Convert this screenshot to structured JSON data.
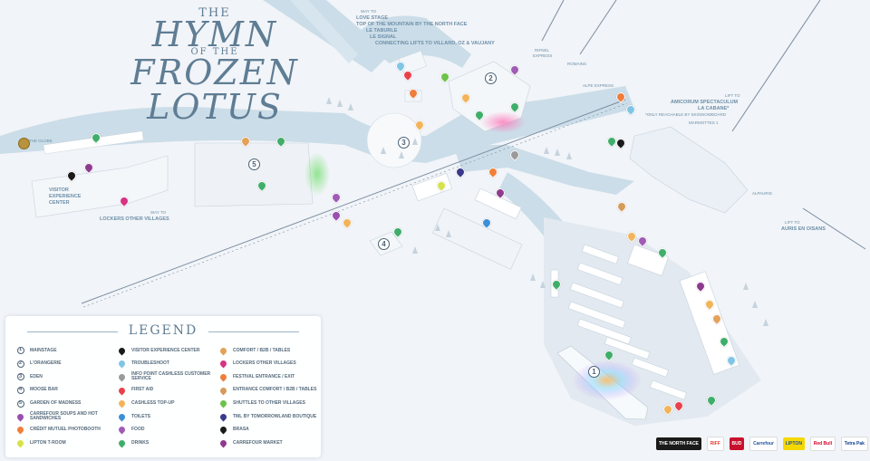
{
  "title": {
    "line1": "THE",
    "line2": "HYMN",
    "line3": "OF THE",
    "line4": "FROZEN LOTUS"
  },
  "labels": {
    "way_to_north": "WAY TO",
    "love_stage": "LOVE STAGE",
    "top_mountain": "TOP OF THE MOUNTAIN BY THE NORTH FACE",
    "le_taburle": "LE TABURLE",
    "le_signal": "LE SIGNAL",
    "connecting": "CONNECTING LIFTS TO VILLARD, OZ & VAUJANY",
    "rifnel": "RIFNEL",
    "express": "EXPRESS",
    "romains": "ROMAINS",
    "alpe_express": "ALPE EXPRESS",
    "lift_to": "LIFT TO",
    "amicorum": "AMICORUM SPECTACULUM",
    "la_cabane": "LA CABANE*",
    "reachable": "*ONLY REACHABLE BY SKI/SNOWBOARD",
    "marmottes": "MARMOTTES 1",
    "alpauris": "ALPAURIS",
    "lift_to_2": "LIFT TO",
    "auris": "AURIS EN OISANS",
    "the_globe": "THE GLOBE",
    "way_to_lockers": "WAY TO",
    "lockers_other": "LOCKERS OTHER VILLAGES",
    "visitor_center_1": "VISITOR",
    "visitor_center_2": "EXPERIENCE",
    "visitor_center_3": "CENTER"
  },
  "stages": [
    "1",
    "2",
    "3",
    "4",
    "5"
  ],
  "legend": {
    "title": "LEGEND",
    "columns": [
      [
        {
          "sym": "1",
          "kind": "num",
          "label": "MAINSTAGE"
        },
        {
          "sym": "2",
          "kind": "num",
          "label": "L'ORANGERIE"
        },
        {
          "sym": "3",
          "kind": "num",
          "label": "EDEN"
        },
        {
          "sym": "4",
          "kind": "num",
          "label": "MOOSE BAR"
        },
        {
          "sym": "5",
          "kind": "num",
          "label": "GARDEN OF MADNESS"
        },
        {
          "sym": "",
          "kind": "pin",
          "color": "#9a4fb0",
          "label": "CARREFOUR SOUPS AND HOT SANDWICHES"
        },
        {
          "sym": "",
          "kind": "pin",
          "color": "#f07f3a",
          "label": "CRÉDIT MUTUEL PHOTOBOOTH"
        },
        {
          "sym": "",
          "kind": "pin",
          "color": "#d6e24b",
          "label": "LIPTON T-ROOM"
        }
      ],
      [
        {
          "sym": "",
          "kind": "pin",
          "color": "#1a1a1a",
          "label": "VISITOR EXPERIENCE CENTER"
        },
        {
          "sym": "",
          "kind": "pin",
          "color": "#7fc6e6",
          "label": "TROUBLESHOOT"
        },
        {
          "sym": "",
          "kind": "pin",
          "color": "#9a9a9a",
          "label": "INFO POINT CASHLESS CUSTOMER SERVICE"
        },
        {
          "sym": "",
          "kind": "pin",
          "color": "#e8414b",
          "label": "FIRST AID"
        },
        {
          "sym": "",
          "kind": "pin",
          "color": "#f2b45a",
          "label": "CASHLESS TOP-UP"
        },
        {
          "sym": "",
          "kind": "pin",
          "color": "#3b8fd6",
          "label": "TOILETS"
        },
        {
          "sym": "",
          "kind": "pin",
          "color": "#a05bb5",
          "label": "FOOD"
        },
        {
          "sym": "",
          "kind": "pin",
          "color": "#3fae6a",
          "label": "DRINKS"
        }
      ],
      [
        {
          "sym": "",
          "kind": "pin",
          "color": "#e3a15a",
          "label": "COMFORT / B2B / TABLES"
        },
        {
          "sym": "",
          "kind": "pin",
          "color": "#d63384",
          "label": "LOCKERS OTHER VILLAGES"
        },
        {
          "sym": "",
          "kind": "pin",
          "color": "#ef7d3c",
          "label": "FESTIVAL ENTRANCE / EXIT"
        },
        {
          "sym": "",
          "kind": "pin",
          "color": "#d59b5a",
          "label": "ENTRANCE COMFORT / B2B / TABLES"
        },
        {
          "sym": "",
          "kind": "pin",
          "color": "#6cc24a",
          "label": "SHUTTLES TO OTHER VILLAGES"
        },
        {
          "sym": "",
          "kind": "pin",
          "color": "#3a3a8c",
          "label": "TML BY TOMORROWLAND BOUTIQUE"
        },
        {
          "sym": "",
          "kind": "pin",
          "color": "#1a1a1a",
          "label": "BRASA"
        },
        {
          "sym": "",
          "kind": "pin",
          "color": "#8e3b8e",
          "label": "CARREFOUR MARKET"
        }
      ]
    ]
  },
  "sponsors": [
    "THE NORTH FACE",
    "RIFF",
    "BUD",
    "Carrefour",
    "LIPTON",
    "Red Bull",
    "Tetra Pak"
  ],
  "colors": {
    "road": "#cde0ea",
    "snow": "#f3f6fa",
    "accent": "#5f7d94"
  }
}
